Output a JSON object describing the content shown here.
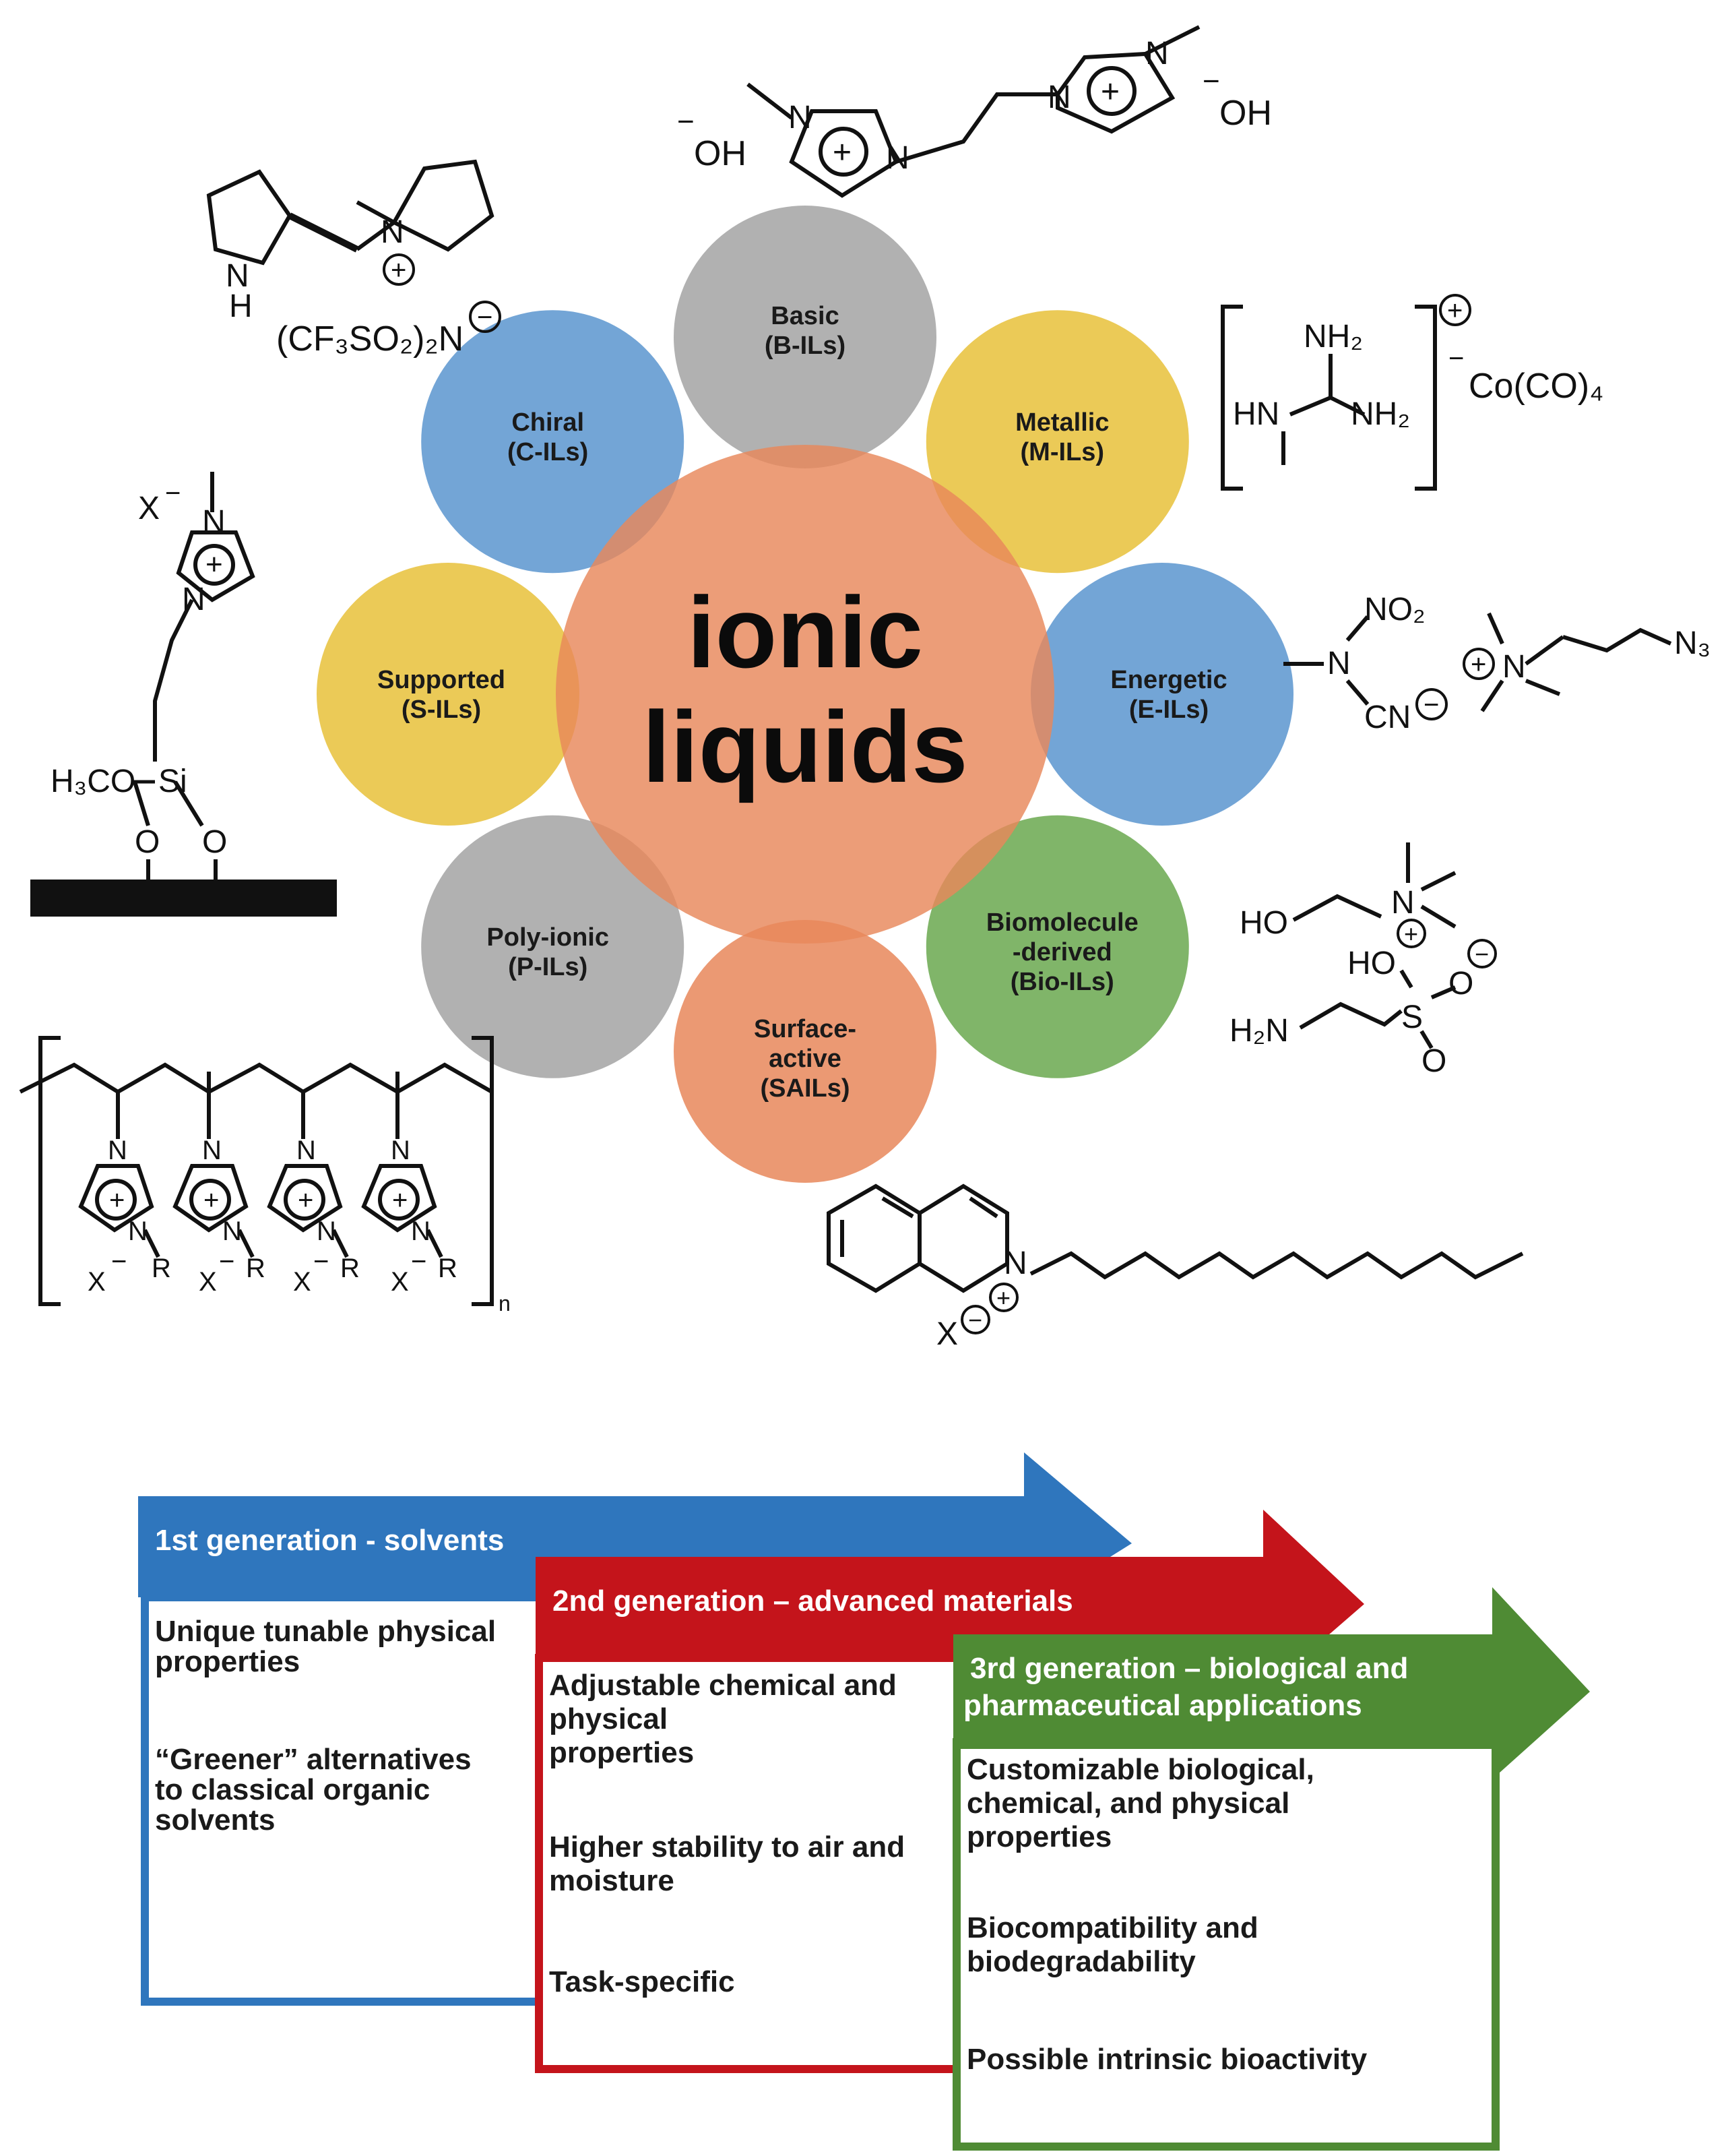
{
  "center": {
    "line1": "ionic",
    "line2": "liquids"
  },
  "circles": [
    {
      "name": "basic",
      "lines": [
        "Basic",
        "(B-ILs)"
      ],
      "color": "#a3a3a3"
    },
    {
      "name": "metallic",
      "lines": [
        "Metallic",
        "(M-ILs)"
      ],
      "color": "#e8c13a"
    },
    {
      "name": "energetic",
      "lines": [
        "Energetic",
        "(E-ILs)"
      ],
      "color": "#5b95cf"
    },
    {
      "name": "biomolecule",
      "lines": [
        "Biomolecule",
        "-derived",
        "(Bio-ILs)"
      ],
      "color": "#6aa84f"
    },
    {
      "name": "surface",
      "lines": [
        "Surface-",
        "active",
        "(SAILs)"
      ],
      "color": "#e8875a"
    },
    {
      "name": "polyionic",
      "lines": [
        "Poly-ionic",
        "(P-ILs)"
      ],
      "color": "#a3a3a3"
    },
    {
      "name": "supported",
      "lines": [
        "Supported",
        "(S-ILs)"
      ],
      "color": "#e8c13a"
    },
    {
      "name": "chiral",
      "lines": [
        "Chiral",
        "(C-ILs)"
      ],
      "color": "#5b95cf"
    }
  ],
  "center_color": "#e8875a",
  "chem": {
    "oh": "OH",
    "n": "N",
    "nh": "NH",
    "h": "H",
    "tfsi": "(CF₃SO₂)₂N",
    "nh2": "NH₂",
    "hn": "HN",
    "cobalt": "Co(CO)₄",
    "x": "X",
    "h3co": "H₃CO",
    "si": "Si",
    "o": "O",
    "no2": "NO₂",
    "cn": "CN",
    "n3": "N₃",
    "ho": "HO",
    "h2n": "H₂N",
    "s": "S",
    "r": "R",
    "subscript_n": "n",
    "plus": "+",
    "minus": "−"
  },
  "generations": [
    {
      "title": "1st generation - solvents",
      "color": "#2f76bd",
      "items": [
        [
          "Unique tunable physical",
          "properties"
        ],
        [
          "“Greener” alternatives",
          "to classical organic",
          "solvents"
        ]
      ]
    },
    {
      "title": "2nd generation – advanced materials",
      "color": "#c4141b",
      "items": [
        [
          "Adjustable chemical and",
          "physical",
          "properties"
        ],
        [
          "Higher stability to air and",
          "moisture"
        ],
        [
          "Task-specific"
        ]
      ]
    },
    {
      "title_lines": [
        "3rd generation – biological and",
        "pharmaceutical applications"
      ],
      "color": "#4f8b34",
      "items": [
        [
          "Customizable biological,",
          "chemical, and physical",
          "properties"
        ],
        [
          "Biocompatibility and",
          "biodegradability"
        ],
        [
          "Possible intrinsic bioactivity"
        ]
      ]
    }
  ]
}
